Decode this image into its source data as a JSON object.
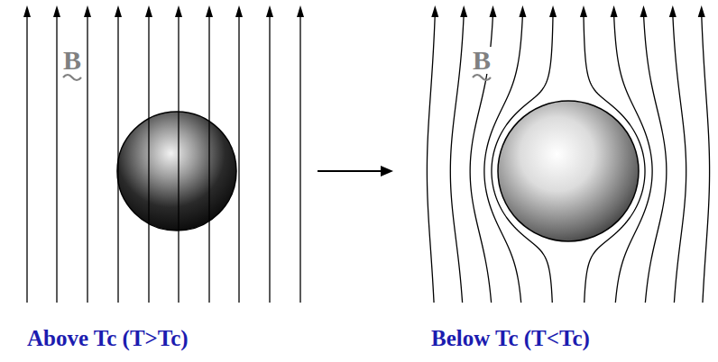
{
  "diagram": {
    "labels": [
      "B",
      "B",
      "Above Tc (T>Tc)",
      "Below Tc (T<Tc)"
    ]
  }
}
